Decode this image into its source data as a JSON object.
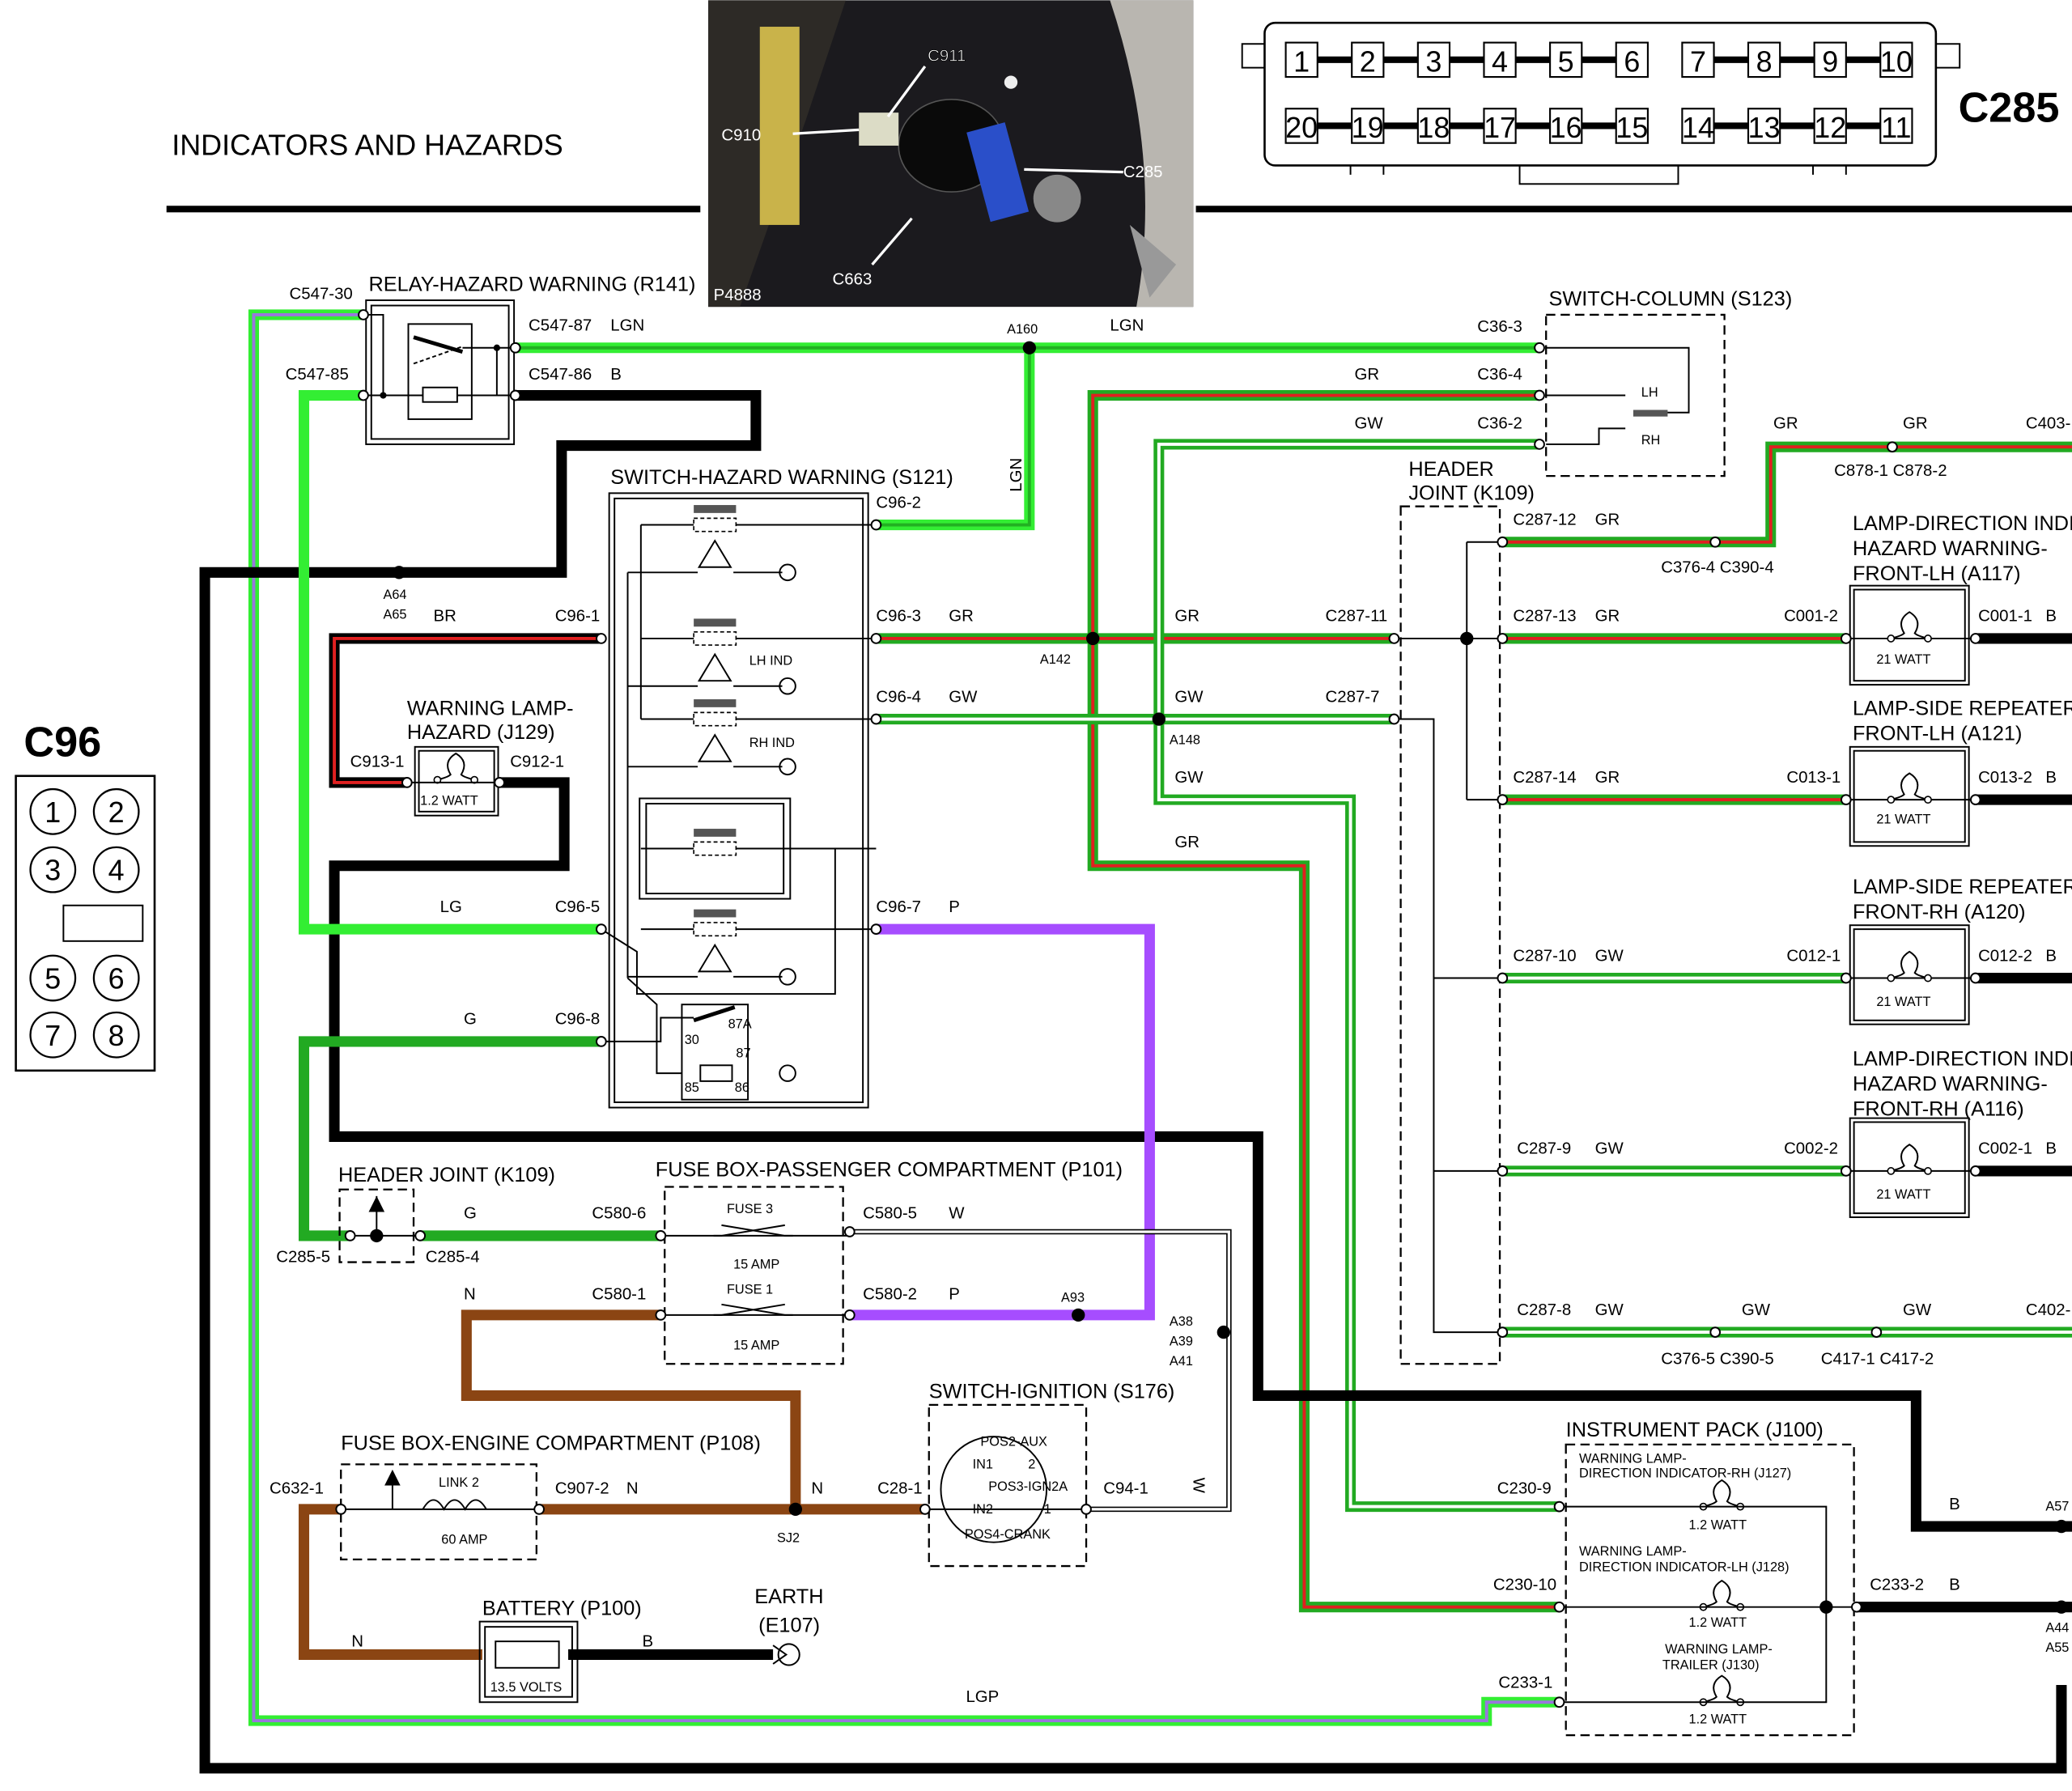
{
  "header": {
    "title": "INDICATORS AND HAZARDS"
  },
  "photo": {
    "labels": [
      "C911",
      "C910",
      "C285",
      "C663"
    ],
    "ref": "P4888"
  },
  "c285_connector": {
    "name": "C285",
    "top_pins": [
      "1",
      "2",
      "3",
      "4",
      "5",
      "6",
      "7",
      "8",
      "9",
      "10"
    ],
    "bottom_pins": [
      "20",
      "19",
      "18",
      "17",
      "16",
      "15",
      "14",
      "13",
      "12",
      "11"
    ]
  },
  "c96_connector": {
    "name": "C96",
    "pins": [
      "1",
      "2",
      "3",
      "4",
      "5",
      "6",
      "7",
      "8"
    ]
  },
  "components": {
    "relay_r141": "RELAY-HAZARD WARNING (R141)",
    "switch_s121": "SWITCH-HAZARD WARNING (S121)",
    "switch_s123": "SWITCH-COLUMN (S123)",
    "header_k109_right": [
      "HEADER",
      "JOINT (K109)"
    ],
    "header_k109_left": "HEADER JOINT (K109)",
    "lamp_j129": [
      "WARNING LAMP-",
      "HAZARD (J129)"
    ],
    "fuse_p101": "FUSE BOX-PASSENGER COMPARTMENT (P101)",
    "fuse_p108": "FUSE BOX-ENGINE COMPARTMENT (P108)",
    "switch_s176": "SWITCH-IGNITION (S176)",
    "battery_p100": "BATTERY (P100)",
    "earth_e107": [
      "EARTH",
      "(E107)"
    ],
    "instrument_j100": "INSTRUMENT PACK (J100)",
    "lamp_j127": [
      "WARNING LAMP-",
      "DIRECTION INDICATOR-RH (J127)"
    ],
    "lamp_j128": [
      "WARNING LAMP-",
      "DIRECTION INDICATOR-LH (J128)"
    ],
    "lamp_j130": [
      "WARNING LAMP-",
      "TRAILER (J130)"
    ],
    "lamp_a117": [
      "LAMP-DIRECTION INDIC",
      "HAZARD WARNING-",
      "FRONT-LH (A117)"
    ],
    "lamp_a121": [
      "LAMP-SIDE REPEATER",
      "FRONT-LH (A121)"
    ],
    "lamp_a120": [
      "LAMP-SIDE REPEATER",
      "FRONT-RH (A120)"
    ],
    "lamp_a116": [
      "LAMP-DIRECTION INDIC",
      "HAZARD WARNING-",
      "FRONT-RH (A116)"
    ]
  },
  "internal": {
    "lh_ind": "LH IND",
    "rh_ind": "RH IND",
    "lh": "LH",
    "rh": "RH",
    "relay_pins": [
      "87A",
      "30",
      "87",
      "85",
      "86"
    ],
    "fuse3": "FUSE 3",
    "fuse1": "FUSE 1",
    "link2": "LINK 2",
    "ign": [
      "POS2-AUX",
      "IN1",
      "2",
      "POS3-IGN2A",
      "IN2",
      "1",
      "POS4-CRANK"
    ]
  },
  "ratings": {
    "w21": "21 WATT",
    "w1_2": "1.2 WATT",
    "a15": "15 AMP",
    "a60": "60 AMP",
    "v13_5": "13.5 VOLTS"
  },
  "connectors": {
    "c547_30": "C547-30",
    "c547_87": "C547-87",
    "c547_85": "C547-85",
    "c547_86": "C547-86",
    "c36_3": "C36-3",
    "c36_4": "C36-4",
    "c36_2": "C36-2",
    "c403": "C403-",
    "c878": "C878-1 C878-2",
    "c96_1": "C96-1",
    "c96_2": "C96-2",
    "c96_3": "C96-3",
    "c96_4": "C96-4",
    "c96_5": "C96-5",
    "c96_7": "C96-7",
    "c96_8": "C96-8",
    "c287_12": "C287-12",
    "c287_13": "C287-13",
    "c287_14": "C287-14",
    "c287_11": "C287-11",
    "c287_7": "C287-7",
    "c287_10": "C287-10",
    "c287_9": "C287-9",
    "c287_8": "C287-8",
    "c376_4": "C376-4 C390-4",
    "c376_5": "C376-5 C390-5",
    "c417": "C417-1 C417-2",
    "c402": "C402-",
    "c001_2": "C001-2",
    "c001_1": "C001-1",
    "c013_1": "C013-1",
    "c013_2": "C013-2",
    "c012_1": "C012-1",
    "c012_2": "C012-2",
    "c002_2": "C002-2",
    "c002_1": "C002-1",
    "c913_1": "C913-1",
    "c912_1": "C912-1",
    "c285_5": "C285-5",
    "c285_4": "C285-4",
    "c580_6": "C580-6",
    "c580_5": "C580-5",
    "c580_1": "C580-1",
    "c580_2": "C580-2",
    "c632_1": "C632-1",
    "c907_2": "C907-2",
    "c28_1": "C28-1",
    "c94_1": "C94-1",
    "c230_9": "C230-9",
    "c230_10": "C230-10",
    "c233_2": "C233-2",
    "c233_1": "C233-1"
  },
  "splices": {
    "a160": "A160",
    "a64": "A64",
    "a65": "A65",
    "a142": "A142",
    "a148": "A148",
    "a93": "A93",
    "a38": "A38",
    "a39": "A39",
    "a41": "A41",
    "sj2": "SJ2",
    "a57": "A57",
    "a44": "A44",
    "a55": "A55"
  },
  "wire_codes": {
    "LGN": "LGN",
    "B": "B",
    "GR": "GR",
    "GW": "GW",
    "BR": "BR",
    "LG": "LG",
    "G": "G",
    "P": "P",
    "W": "W",
    "N": "N",
    "LGP": "LGP"
  },
  "wire_colors": {
    "LGN": {
      "base": "#33ee33",
      "stripe": "#22b022"
    },
    "LG": {
      "base": "#33ee33"
    },
    "G": {
      "base": "#22aa22"
    },
    "GR": {
      "base": "#22aa22",
      "stripe": "#e02020"
    },
    "GW": {
      "base": "#22aa22",
      "stripe": "#ffffff"
    },
    "BR": {
      "base": "#000000",
      "stripe": "#e02020"
    },
    "B": {
      "base": "#000000"
    },
    "N": {
      "base": "#8b4513"
    },
    "P": {
      "base": "#a64dff"
    },
    "W": {
      "base": "#000000",
      "stripe": "#ffffff"
    },
    "LGP": {
      "base": "#33ee33",
      "stripe": "#9977dd"
    }
  }
}
